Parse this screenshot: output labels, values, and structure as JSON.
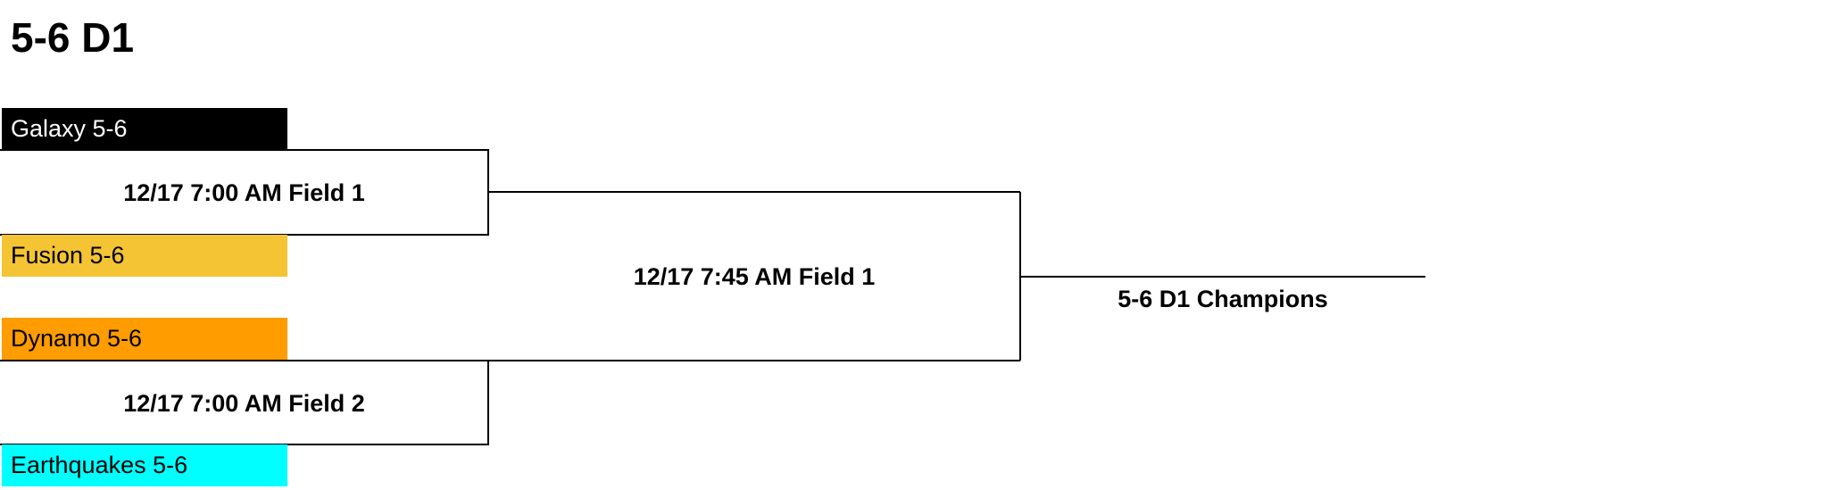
{
  "title": "5-6 D1",
  "teams": [
    {
      "label": "Galaxy 5-6",
      "bg": "#000000",
      "fg": "#ffffff"
    },
    {
      "label": "Fusion 5-6",
      "bg": "#f4c434",
      "fg": "#000000"
    },
    {
      "label": "Dynamo 5-6",
      "bg": "#ff9c00",
      "fg": "#000000"
    },
    {
      "label": "Earthquakes 5-6",
      "bg": "#00ffff",
      "fg": "#000000"
    }
  ],
  "games": {
    "semifinal_1": "12/17 7:00 AM Field 1",
    "semifinal_2": "12/17 7:00 AM Field 2",
    "final": "12/17 7:45 AM Field 1"
  },
  "champion": "5-6 D1 Champions",
  "colors": {
    "line": "#000000",
    "background": "#ffffff"
  }
}
